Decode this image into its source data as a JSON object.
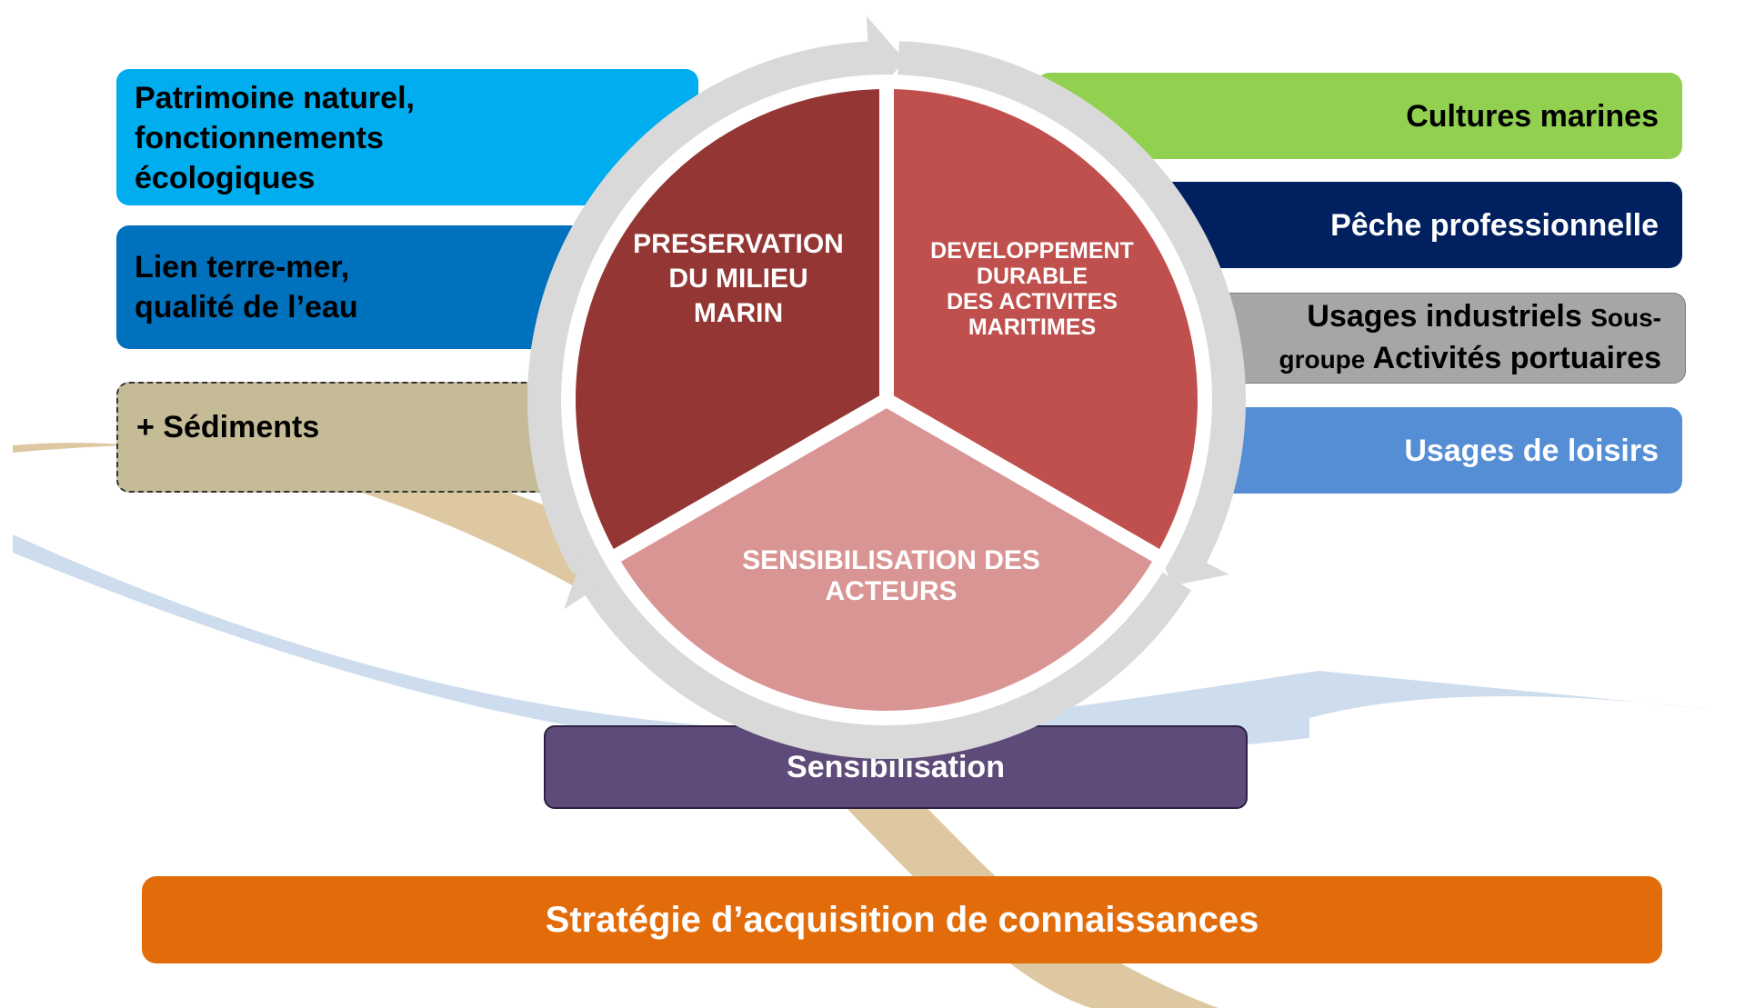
{
  "colors": {
    "patrimoine": "#00adef",
    "lien": "#0071bd",
    "sediments": "#c5bb97",
    "cultures": "#92d050",
    "peche": "#002060",
    "industriels": "#a6a6a6",
    "loisirs": "#558ed5",
    "sensibilisation_bar": "#5f4b7a",
    "strategie_bar": "#e36c0a",
    "wheel_preservation": "#943634",
    "wheel_developpement": "#c0504d",
    "wheel_sensibilisation": "#d99594",
    "wheel_ring": "#d9d9d9"
  },
  "left_boxes": {
    "patrimoine": "Patrimoine naturel,\nfonctionnements\nécologiques",
    "lien": "Lien terre-mer,\nqualité de l’eau",
    "sediments": "+ Sédiments"
  },
  "right_boxes": {
    "cultures": "Cultures marines",
    "peche": "Pêche professionnelle",
    "industriels_main": "Usages industriels",
    "industriels_sous": "Sous-",
    "industriels_groupe": "groupe",
    "industriels_portuaires": "Activités portuaires",
    "loisirs": "Usages de loisirs"
  },
  "wheel": {
    "preservation": "PRESERVATION\nDU MILIEU\nMARIN",
    "developpement": "DEVELOPPEMENT\nDURABLE\nDES ACTIVITES\nMARITIMES",
    "sensibilisation": "SENSIBILISATION DES\nACTEURS"
  },
  "bottom": {
    "sensibilisation": "Sensibilisation",
    "strategie": "Stratégie d’acquisition de connaissances"
  }
}
